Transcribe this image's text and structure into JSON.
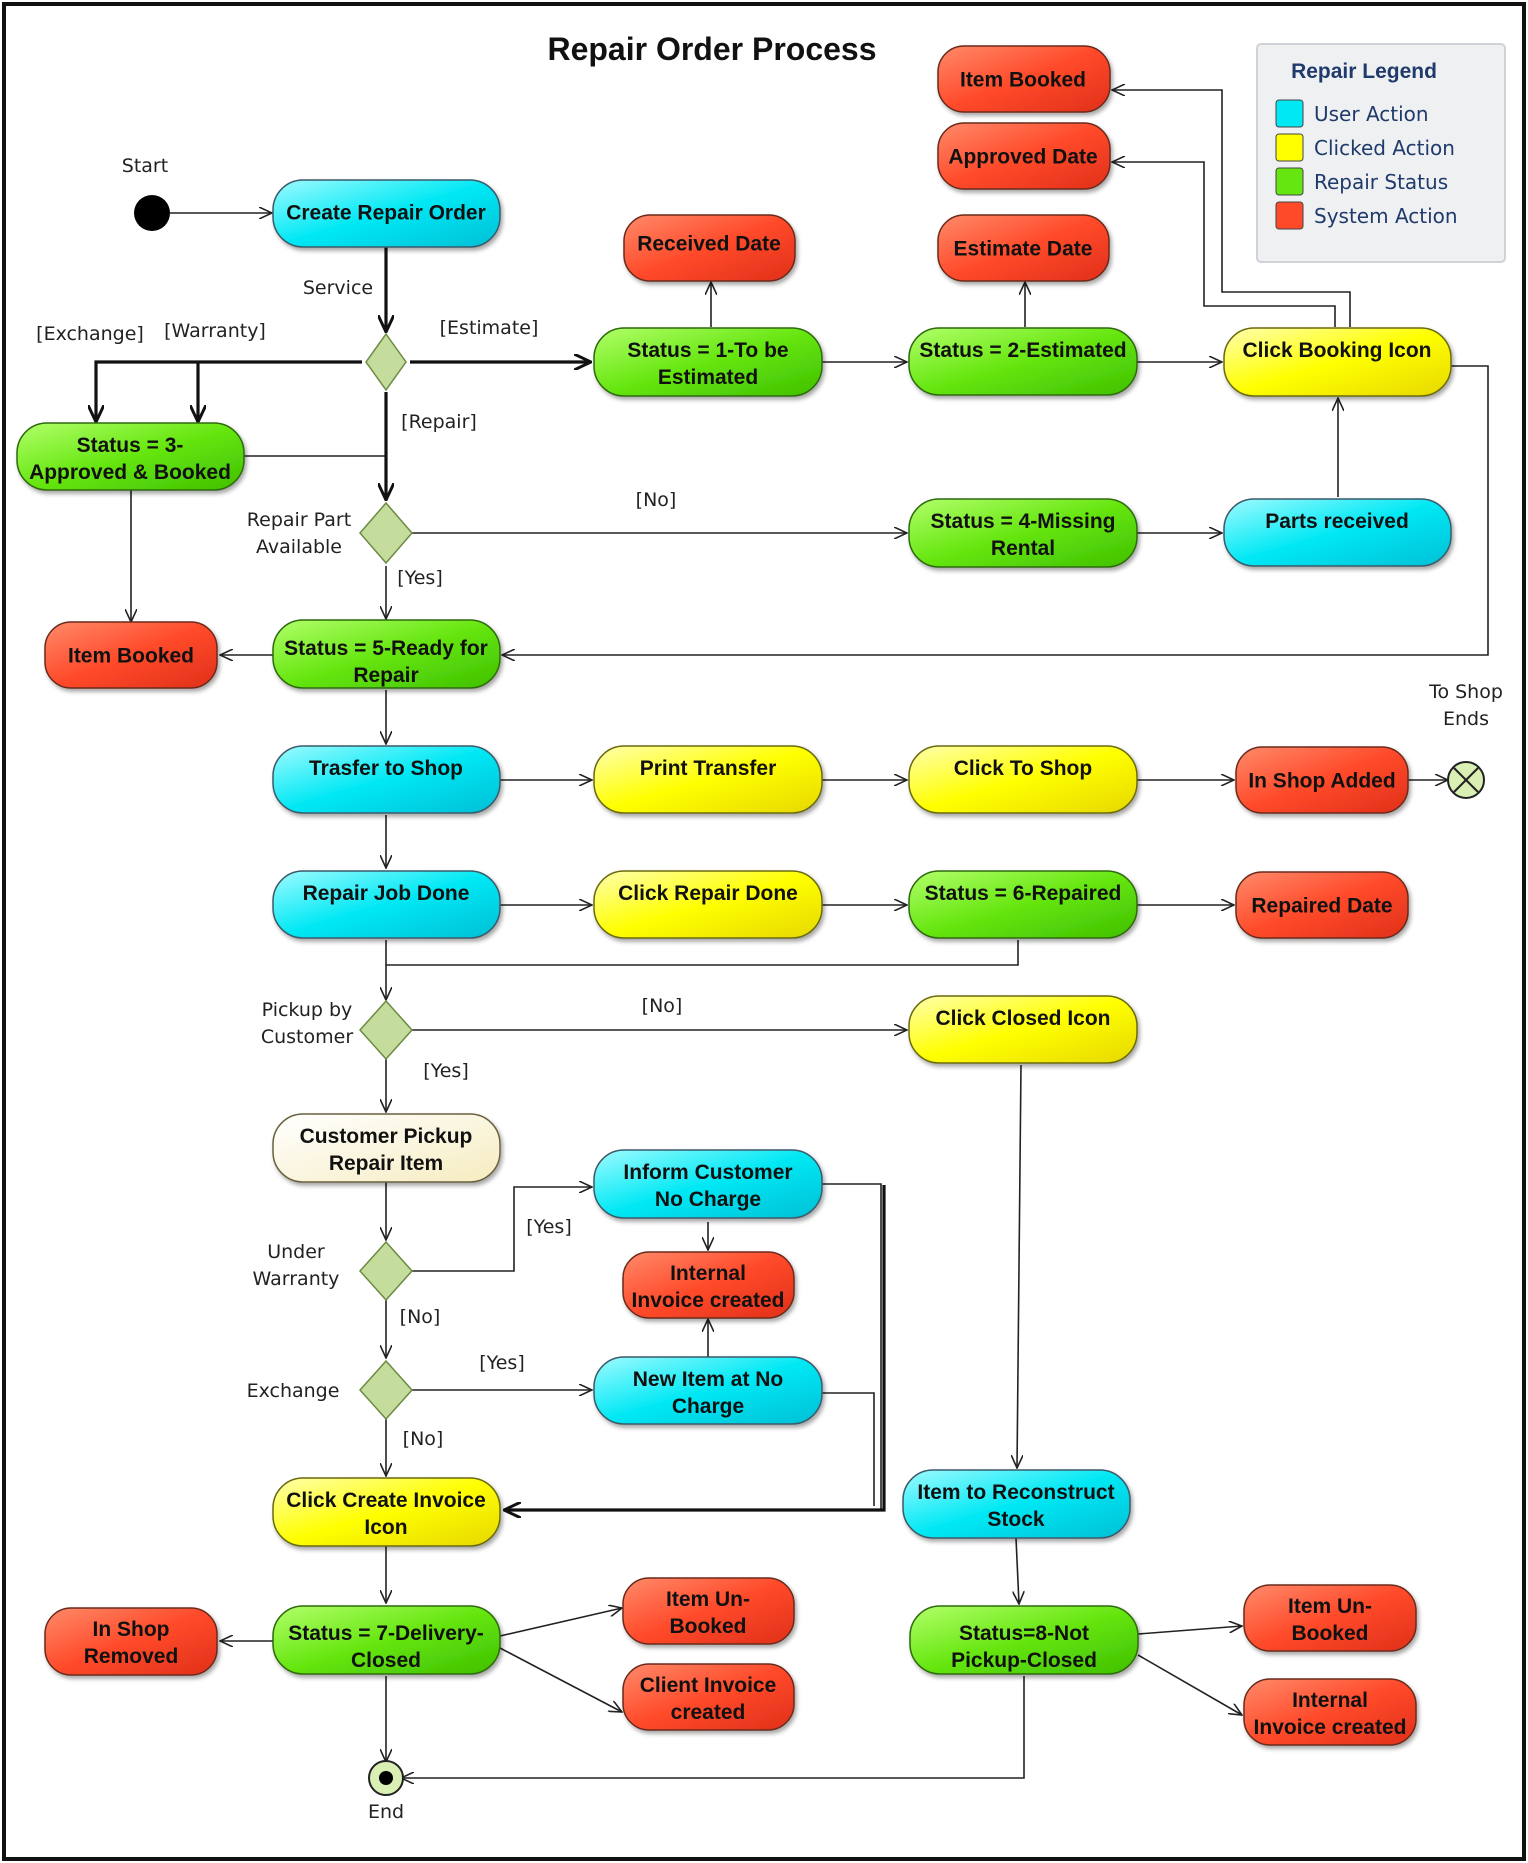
{
  "title": "Repair Order Process",
  "legend": {
    "title": "Repair Legend",
    "items": [
      {
        "label": "User Action",
        "color": "#00e8f4"
      },
      {
        "label": "Clicked Action",
        "color": "#ffff00"
      },
      {
        "label": "Repair Status",
        "color": "#66e610"
      },
      {
        "label": "System Action",
        "color": "#ff4a2a"
      }
    ]
  },
  "colors": {
    "user": "#00e8f4",
    "click": "#ffff00",
    "status": "#66e610",
    "system": "#ff4a2a",
    "pickup": "#fbf3d0",
    "decision": "#c4dd9c"
  },
  "nodes": {
    "create_repair_order": "Create Repair Order",
    "received_date": "Received Date",
    "estimate_date": "Estimate Date",
    "item_booked_top": "Item Booked",
    "approved_date": "Approved Date",
    "status_1_l1": "Status = 1-To be",
    "status_1_l2": "Estimated",
    "status_2": "Status = 2-Estimated",
    "click_booking_icon": "Click Booking Icon",
    "status_3_l1": "Status = 3-",
    "status_3_l2": "Approved & Booked",
    "status_4_l1": "Status = 4-Missing",
    "status_4_l2": "Rental",
    "parts_received": "Parts received",
    "item_booked_left": "Item Booked",
    "status_5_l1": "Status = 5-Ready for",
    "status_5_l2": "Repair",
    "transfer_to_shop": "Trasfer to Shop",
    "print_transfer": "Print Transfer",
    "click_to_shop": "Click To Shop",
    "in_shop_added": "In Shop Added",
    "repair_job_done": "Repair Job Done",
    "click_repair_done": "Click Repair Done",
    "status_6": "Status = 6-Repaired",
    "repaired_date": "Repaired Date",
    "click_closed_icon": "Click Closed Icon",
    "customer_pickup_l1": "Customer Pickup",
    "customer_pickup_l2": "Repair Item",
    "inform_customer_l1": "Inform Customer",
    "inform_customer_l2": "No Charge",
    "internal_invoice_mid_l1": "Internal",
    "internal_invoice_mid_l2": "Invoice created",
    "new_item_l1": "New Item at No",
    "new_item_l2": "Charge",
    "click_create_invoice_l1": "Click Create Invoice",
    "click_create_invoice_l2": "Icon",
    "item_reconstruct_l1": "Item to Reconstruct",
    "item_reconstruct_l2": "Stock",
    "in_shop_removed_l1": "In Shop",
    "in_shop_removed_l2": "Removed",
    "status_7_l1": "Status = 7-Delivery-",
    "status_7_l2": "Closed",
    "item_unbooked_mid_l1": "Item Un-",
    "item_unbooked_mid_l2": "Booked",
    "client_invoice_l1": "Client Invoice",
    "client_invoice_l2": "created",
    "status_8_l1": "Status=8-Not",
    "status_8_l2": "Pickup-Closed",
    "item_unbooked_right_l1": "Item Un-",
    "item_unbooked_right_l2": "Booked",
    "internal_invoice_right_l1": "Internal",
    "internal_invoice_right_l2": "Invoice created"
  },
  "labels": {
    "start": "Start",
    "end": "End",
    "service": "Service",
    "exchange_guard": "[Exchange]",
    "warranty_guard": "[Warranty]",
    "estimate_guard": "[Estimate]",
    "repair_guard": "[Repair]",
    "repair_part_l1": "Repair Part",
    "repair_part_l2": "Available",
    "no_parts": "[No]",
    "yes_parts": "[Yes]",
    "to_shop_ends_l1": "To Shop",
    "to_shop_ends_l2": "Ends",
    "pickup_l1": "Pickup by",
    "pickup_l2": "Customer",
    "no_pickup": "[No]",
    "yes_pickup": "[Yes]",
    "under_l1": "Under",
    "under_l2": "Warranty",
    "yes_warranty": "[Yes]",
    "no_warranty": "[No]",
    "exchange": "Exchange",
    "yes_exchange": "[Yes]",
    "no_exchange": "[No]"
  }
}
